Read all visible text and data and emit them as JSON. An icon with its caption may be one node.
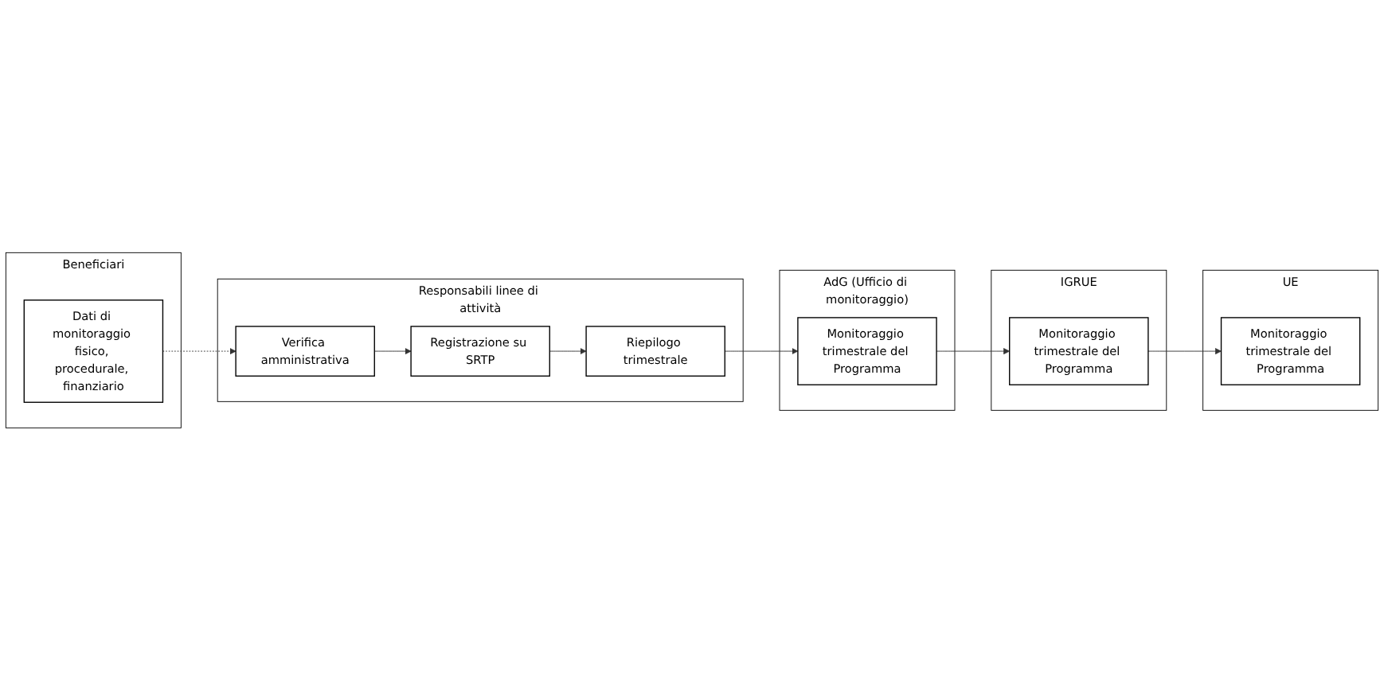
{
  "diagram": {
    "nodes": [
      {
        "text": [
          "Beneficiari"
        ]
      },
      {
        "text": [
          "Dati di monitoraggio fisico, procedurale, finanziario"
        ],
        "in": 0
      },
      {
        "text": [
          "Responsabili linee di attività"
        ]
      },
      {
        "text": [
          "Verifica amministrativa"
        ],
        "in": 2
      },
      {
        "text": [
          "Registrazione su SRTP"
        ],
        "in": 2
      },
      {
        "text": [
          "Riepilogo trimestrale"
        ],
        "in": 2
      },
      {
        "text": [
          "AdG (Ufficio di monitoraggio)"
        ]
      },
      {
        "text": [
          "Monitoraggio trimestrale del Programma"
        ],
        "in": 6
      },
      {
        "text": [
          "IGRUE"
        ]
      },
      {
        "text": [
          "Monitoraggio trimestrale del Programma"
        ],
        "in": 8
      },
      {
        "text": [
          "UE"
        ]
      },
      {
        "text": [
          "Monitoraggio trimestrale del Programma"
        ],
        "in": 10
      }
    ],
    "edges": [
      {
        "from": 1,
        "to": 3,
        "arrow": "to",
        "style": "dashed"
      },
      {
        "from": 3,
        "to": 4,
        "arrow": "to"
      },
      {
        "from": 4,
        "to": 5,
        "arrow": "to"
      },
      {
        "from": 5,
        "to": 7,
        "arrow": "to"
      },
      {
        "from": 7,
        "to": 9,
        "arrow": "to"
      },
      {
        "from": 9,
        "to": 11,
        "arrow": "to"
      }
    ]
  }
}
